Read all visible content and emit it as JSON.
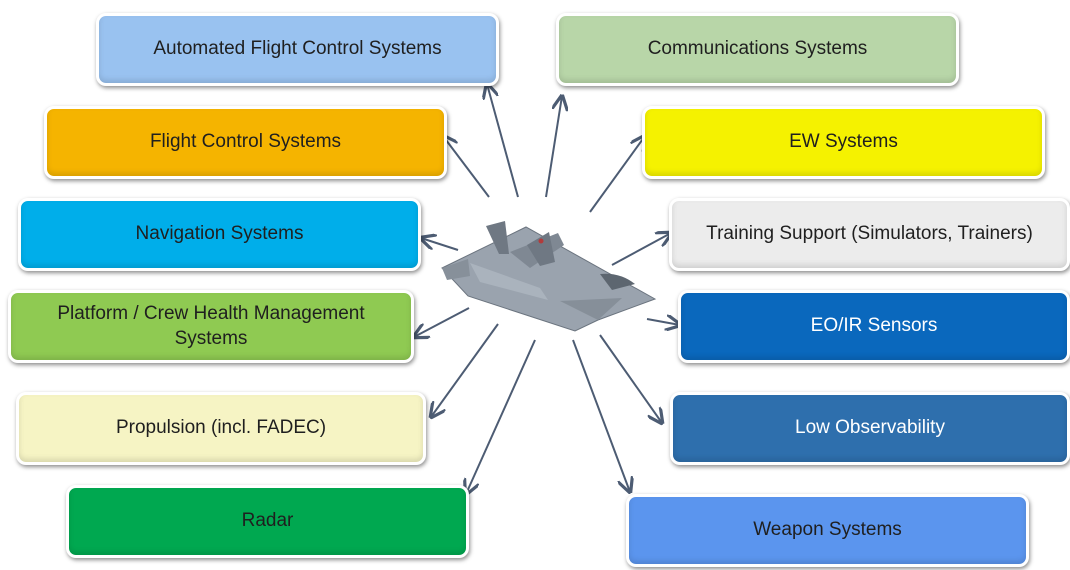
{
  "center": {
    "image": "fighter-jet-icon"
  },
  "boxes": [
    {
      "id": "afcs",
      "label": "Automated Flight Control Systems",
      "color": "#99c2f0",
      "text": "dark"
    },
    {
      "id": "comms",
      "label": "Communications Systems",
      "color": "#b8d6a8",
      "text": "dark"
    },
    {
      "id": "fcs",
      "label": "Flight Control Systems",
      "color": "#f5b400",
      "text": "dark"
    },
    {
      "id": "ew",
      "label": "EW Systems",
      "color": "#f5f200",
      "text": "dark"
    },
    {
      "id": "nav",
      "label": "Navigation Systems",
      "color": "#00aeea",
      "text": "dark"
    },
    {
      "id": "training",
      "label": "Training Support (Simulators, Trainers)",
      "color": "#ececec",
      "text": "dark"
    },
    {
      "id": "phm",
      "label": "Platform / Crew Health Management Systems",
      "color": "#8fca52",
      "text": "dark"
    },
    {
      "id": "eoir",
      "label": "EO/IR Sensors",
      "color": "#0a68bd",
      "text": "light"
    },
    {
      "id": "propulsion",
      "label": "Propulsion (incl. FADEC)",
      "color": "#f6f4c4",
      "text": "dark"
    },
    {
      "id": "lowobs",
      "label": "Low Observability",
      "color": "#2e6fad",
      "text": "light"
    },
    {
      "id": "radar",
      "label": "Radar",
      "color": "#00a850",
      "text": "dark"
    },
    {
      "id": "weapons",
      "label": "Weapon Systems",
      "color": "#5b95ee",
      "text": "dark"
    }
  ]
}
